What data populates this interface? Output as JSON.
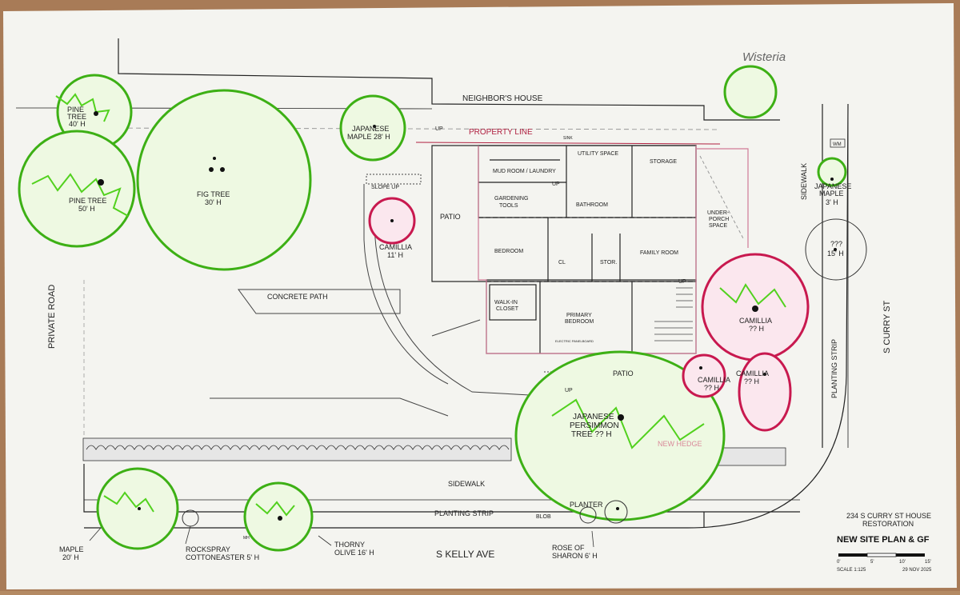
{
  "annotations": {
    "wisteria": "Wisteria"
  },
  "streets": {
    "private_road": "PRIVATE ROAD",
    "s_kelly_ave": "S KELLY AVE",
    "s_curry_st": "S CURRY ST",
    "sidewalk_south": "SIDEWALK",
    "sidewalk_east": "SIDEWALK",
    "planting_strip_south": "PLANTING STRIP",
    "planting_strip_east": "PLANTING STRIP"
  },
  "site": {
    "neighbors_house": "NEIGHBOR'S HOUSE",
    "property_line": "PROPERTY LINE",
    "concrete_path": "CONCRETE PATH",
    "patio_west": "PATIO",
    "patio_south": "PATIO",
    "slope_up": "SLOPE UP",
    "up_labels": [
      "UP",
      "UP",
      "UP",
      "UP"
    ],
    "new_hedge": "NEW HEDGE",
    "planter": "PLANTER",
    "blob": "BLOB",
    "mh": "MH",
    "wm": "WM"
  },
  "rooms": {
    "mud_room": "MUD ROOM / LAUNDRY",
    "utility": "UTILITY SPACE",
    "storage": "STORAGE",
    "gardening_tools_1": "GARDENING",
    "gardening_tools_2": "TOOLS",
    "bathroom": "BATHROOM",
    "under_porch_1": "UNDER-",
    "under_porch_2": "PORCH",
    "under_porch_3": "SPACE",
    "bedroom": "BEDROOM",
    "cl": "CL",
    "stor": "STOR.",
    "family_room": "FAMILY ROOM",
    "walk_in_1": "WALK-IN",
    "walk_in_2": "CLOSET",
    "primary_1": "PRIMARY",
    "primary_2": "BEDROOM",
    "sink": "SINK",
    "electric": "ELECTRIC PANELBOARD"
  },
  "plants": {
    "pine_tree_1": {
      "name1": "PINE",
      "name2": "TREE",
      "height": "40' H"
    },
    "pine_tree_2": {
      "name": "PINE TREE",
      "height": "50' H"
    },
    "fig_tree": {
      "name": "FIG TREE",
      "height": "30' H"
    },
    "japanese_maple_1": {
      "name1": "JAPANESE",
      "name2": "MAPLE 28' H"
    },
    "camillia_1": {
      "name": "CAMILLIA",
      "height": "11' H"
    },
    "japanese_maple_2": {
      "name1": "JAPANESE",
      "name2": "MAPLE",
      "height": "3' H"
    },
    "unknown_tree": {
      "name": "???",
      "height": "15' H"
    },
    "camillia_2": {
      "name": "CAMILLIA",
      "height": "?? H"
    },
    "camillia_3": {
      "name": "CAMILLIA",
      "height": "?? H"
    },
    "camillia_4": {
      "name": "CAMILLIA",
      "height": "?? H"
    },
    "persimmon": {
      "name1": "JAPANESE",
      "name2": "PERSIMMON",
      "name3": "TREE ?? H"
    },
    "maple": {
      "name": "MAPLE",
      "height": "20' H"
    },
    "rockspray": {
      "name1": "ROCKSPRAY",
      "name2": "COTTONEASTER 5' H"
    },
    "thorny_olive": {
      "name1": "THORNY",
      "name2": "OLIVE 16' H"
    },
    "rose_of_sharon": {
      "name1": "ROSE OF",
      "name2": "SHARON 6' H"
    }
  },
  "title_block": {
    "address": "234 S CURRY ST HOUSE",
    "project": "RESTORATION",
    "sheet_title": "NEW SITE PLAN & GF",
    "scale_ticks": [
      "0'",
      "5'",
      "10'",
      "15'"
    ],
    "scale": "SCALE 1:125",
    "date": "29 NOV 2025"
  },
  "colors": {
    "tree_green": "#52d11e",
    "camellia_red": "#c8194f",
    "paper": "#f3f3ef",
    "property_line": "#b02040"
  }
}
